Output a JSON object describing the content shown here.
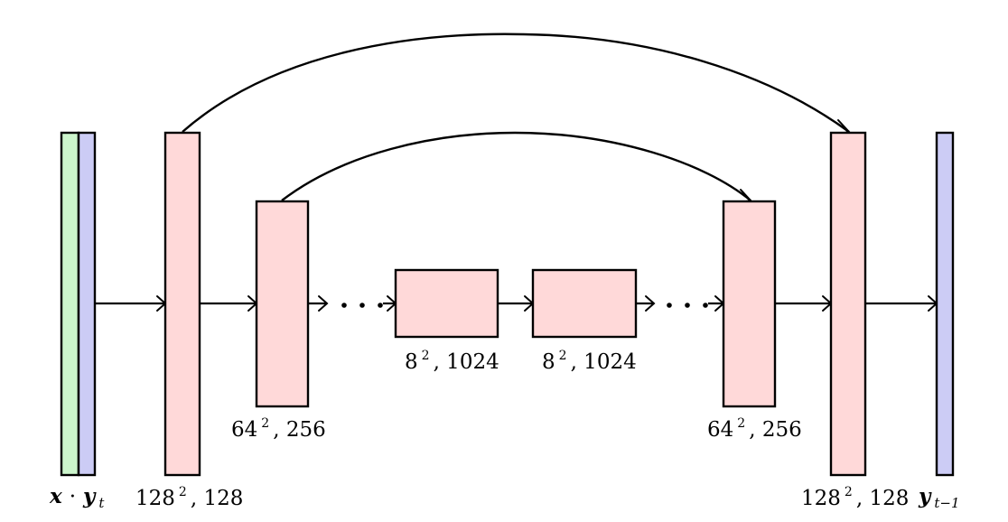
{
  "colors": {
    "input_x": "#ccf5cc",
    "input_y": "#ccccf5",
    "conv_block": "#ffd9d9",
    "output_y": "#ccccf5"
  },
  "labels": {
    "input": {
      "x": "x",
      "dot": "·",
      "y": "y",
      "y_sub": "t"
    },
    "enc1": {
      "base": "128",
      "exp": "2",
      "rest": ", 128"
    },
    "enc2": {
      "base": "64",
      "exp": "2",
      "rest": ", 256"
    },
    "mid1": {
      "base": "8",
      "exp": "2",
      "rest": ", 1024"
    },
    "mid2": {
      "base": "8",
      "exp": "2",
      "rest": ", 1024"
    },
    "dec2": {
      "base": "64",
      "exp": "2",
      "rest": ", 256"
    },
    "dec1": {
      "base": "128",
      "exp": "2",
      "rest": ", 128"
    },
    "output": {
      "y": "y",
      "y_sub": "t−1"
    }
  },
  "ellipsis": "· · ·"
}
